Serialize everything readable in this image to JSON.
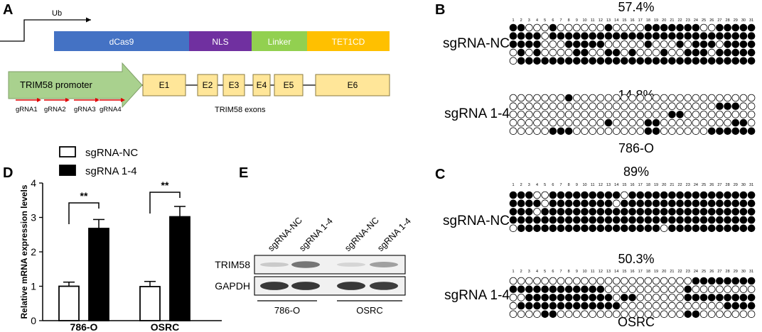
{
  "panels": {
    "a": "A",
    "b": "B",
    "c": "C",
    "d": "D",
    "e": "E"
  },
  "construct": {
    "promoter_label": "Ub",
    "segments": [
      {
        "label": "dCas9",
        "color": "#4472c4"
      },
      {
        "label": "NLS",
        "color": "#7030a0"
      },
      {
        "label": "Linker",
        "color": "#92d050"
      },
      {
        "label": "TET1CD",
        "color": "#ffc000"
      }
    ],
    "gene_promoter": {
      "label": "TRIM58 promoter",
      "color": "#a9d18e"
    },
    "exon_color": "#ffe699",
    "exons": [
      "E1",
      "E2",
      "E3",
      "E4",
      "E5",
      "E6"
    ],
    "exons_caption": "TRIM58 exons",
    "guides": [
      "gRNA1",
      "gRNA2",
      "gRNA3",
      "gRNA4"
    ]
  },
  "methylation": {
    "site_labels": [
      "1",
      "2",
      "3",
      "4",
      "5",
      "6",
      "7",
      "8",
      "9",
      "10",
      "11",
      "12",
      "13",
      "14",
      "15",
      "16",
      "17",
      "18",
      "19",
      "20",
      "21",
      "22",
      "23",
      "24",
      "25",
      "26",
      "27",
      "28",
      "29",
      "30",
      "31"
    ],
    "panels": [
      {
        "cell_line": "786-O",
        "groups": [
          {
            "label": "sgRNA-NC",
            "percent": "57.4%",
            "rows": [
              "1100010000001000011111110011111",
              "1111011111111111111111111111111",
              "1111000111110000010001011101111",
              "0101000011001101000100111011111",
              "0111111111111111111111111111111"
            ]
          },
          {
            "label": "sgRNA 1-4",
            "percent": "14.8%",
            "rows": [
              "0000000100000000000000000000000",
              "0000000000000000000000000011100",
              "0000000000000000000011000000000",
              "0000000000001000011000000000110",
              "0000011100000000011000000111111"
            ]
          }
        ]
      },
      {
        "cell_line": "OSRC",
        "groups": [
          {
            "label": "sgRNA-NC",
            "percent": "89%",
            "rows": [
              "1110011111111101111111111111111",
              "1111011111111011111111111111111",
              "1110111111111111111111111111111",
              "1111111111111111111111111111111",
              "0111111111111111111011111111111"
            ]
          },
          {
            "label": "sgRNA 1-4",
            "percent": "50.3%",
            "rows": [
              "0000000000000000000000011111111",
              "1111111111110000000000100000000",
              "0011111111111011000000111111111",
              "0111111111111100000000000001111",
              "0000110000000000000000110000000"
            ]
          }
        ]
      }
    ]
  },
  "chart_data": {
    "type": "bar",
    "categories": [
      "786-O",
      "OSRC"
    ],
    "series": [
      {
        "name": "sgRNA-NC",
        "values": [
          1.0,
          0.99
        ],
        "errors": [
          0.12,
          0.15
        ],
        "fill": "#ffffff"
      },
      {
        "name": "sgRNA 1-4",
        "values": [
          2.68,
          3.02
        ],
        "errors": [
          0.26,
          0.3
        ],
        "fill": "#000000"
      }
    ],
    "significance": [
      "**",
      "**"
    ],
    "ylabel": "Relative mRNA expression levels",
    "ylim": [
      0,
      4
    ],
    "yticks": [
      "0",
      "1",
      "2",
      "3",
      "4"
    ],
    "legend": "top-left",
    "grid": false
  },
  "blot": {
    "lanes": [
      "sgRNA-NC",
      "sgRNA 1-4",
      "sgRNA-NC",
      "sgRNA 1-4"
    ],
    "rows": [
      {
        "label": "TRIM58",
        "intensity": [
          0.18,
          0.62,
          0.12,
          0.4
        ]
      },
      {
        "label": "GAPDH",
        "intensity": [
          0.95,
          0.95,
          0.95,
          0.92
        ]
      }
    ],
    "groups": [
      "786-O",
      "OSRC"
    ]
  }
}
